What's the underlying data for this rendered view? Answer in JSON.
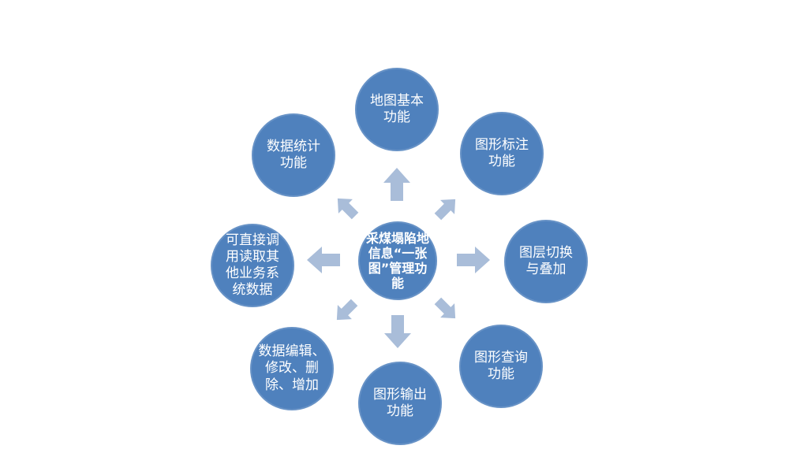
{
  "diagram": {
    "type": "radial",
    "colors": {
      "background": "#ffffff",
      "node_fill": "#4f81bd",
      "arrow_fill": "#a9bdd9",
      "label_text": "#ffffff"
    },
    "center": {
      "label": "采煤塌陷地\n信息“一张\n图”管理功\n能"
    },
    "nodes": [
      {
        "position": "top",
        "label": "地图基本\n功能"
      },
      {
        "position": "top-right",
        "label": "图形标注\n功能"
      },
      {
        "position": "right",
        "label": "图层切换\n与叠加"
      },
      {
        "position": "bottom-right",
        "label": "图形查询\n功能"
      },
      {
        "position": "bottom",
        "label": "图形输出\n功能"
      },
      {
        "position": "bottom-left",
        "label": "数据编辑、\n修改、删\n除、增加"
      },
      {
        "position": "left",
        "label": "可直接调\n用读取其\n他业务系\n统数据"
      },
      {
        "position": "top-left",
        "label": "数据统计\n功能"
      }
    ],
    "arrows": [
      {
        "direction": "up"
      },
      {
        "direction": "up-right"
      },
      {
        "direction": "right"
      },
      {
        "direction": "down-right"
      },
      {
        "direction": "down"
      },
      {
        "direction": "down-left"
      },
      {
        "direction": "left"
      },
      {
        "direction": "up-left"
      }
    ]
  }
}
